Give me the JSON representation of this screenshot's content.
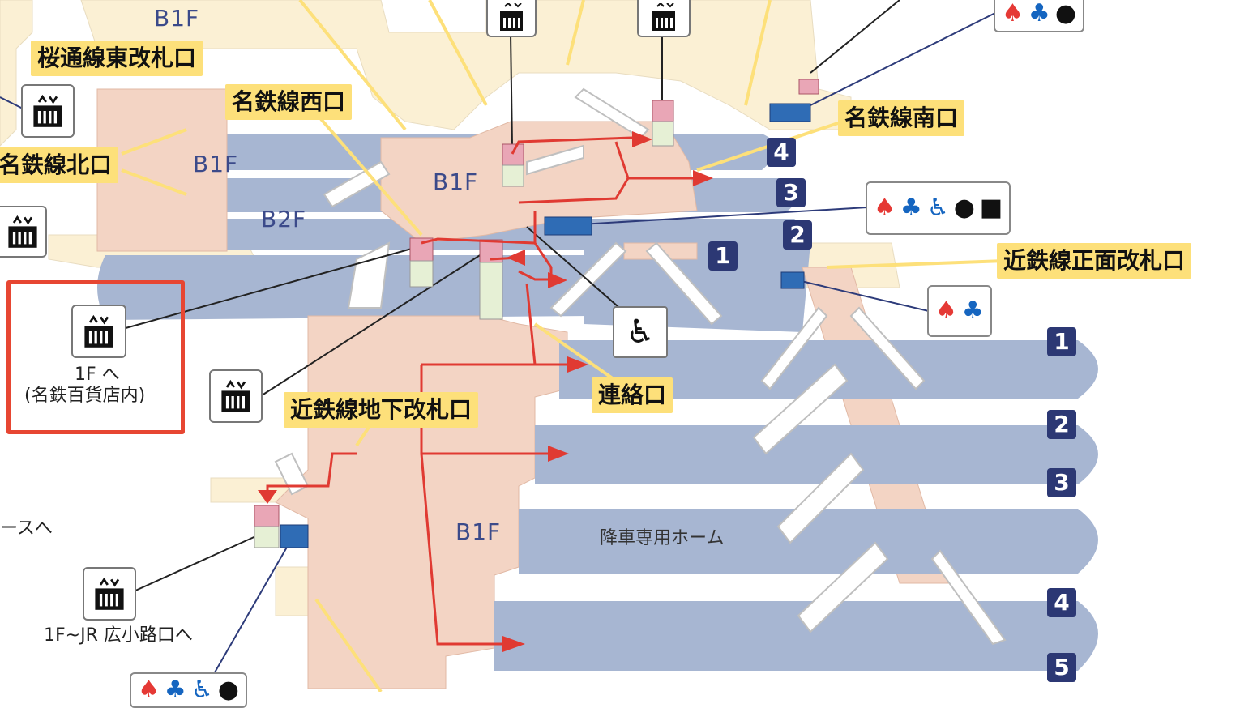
{
  "labels": {
    "sakuradori_east_gate": "桜通線東改札口",
    "meitetsu_west_gate": "名鉄線西口",
    "meitetsu_north_gate": "名鉄線北口",
    "meitetsu_south_gate": "名鉄線南口",
    "kintetsu_front_gate": "近鉄線正面改札口",
    "kintetsu_underground_gate": "近鉄線地下改札口",
    "renrakuguchi": "連絡口"
  },
  "floors": {
    "b1f_top": "B1F",
    "b1f_left": "B1F",
    "b1f_center": "B1F",
    "b2f": "B2F",
    "b1f_lower": "B1F"
  },
  "notes": {
    "to_1f_line1": "1F へ",
    "to_1f_line2": "(名鉄百貨店内)",
    "to_1f_jr": "1F~JR 広小路口へ",
    "left_cut": "ースへ",
    "alighting_platform": "降車専用ホーム"
  },
  "platforms_meitetsu": [
    "4",
    "3",
    "2",
    "1"
  ],
  "platforms_kintetsu": [
    "1",
    "2",
    "3",
    "4",
    "5"
  ],
  "icons": {
    "elevator": "elevator-icon",
    "wheelchair": "wheelchair-slope-icon",
    "toilet": "toilet-icon",
    "accessible_toilet": "accessible-toilet-icon",
    "baby": "baby-care-icon"
  },
  "colors": {
    "route_red": "#e03a32",
    "label_yellow": "#fde07a",
    "platform_blue": "#a7b6d2",
    "concourse_pink": "#f3d4c4",
    "floor_cream": "#fbf0d4",
    "number_navy": "#2c3874",
    "highlight_red": "#e74632"
  }
}
